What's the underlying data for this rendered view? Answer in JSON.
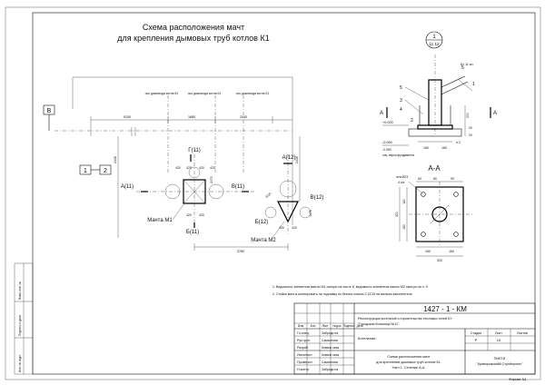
{
  "title": {
    "line1": "Схема расположения мачт",
    "line2": "для крепления дымовых труб котлов К1"
  },
  "plan": {
    "axis_labels": [
      "ось дымохода котла К1",
      "ось дымохода котла К1",
      "ось дымохода котла К1"
    ],
    "dims_top": [
      "9150",
      "1680",
      "2040"
    ],
    "dim_bottom": "3780",
    "dims_side": [
      "2430",
      "2430",
      "2070"
    ],
    "dims_mast1": [
      "420",
      "420",
      "420",
      "420",
      "420",
      "420"
    ],
    "dims_mast2": [
      "2020",
      "1175",
      "420",
      "420"
    ],
    "box_B": "В",
    "box_1": "1",
    "box_2": "2",
    "sections": {
      "G": "Г(11)",
      "A11": "А(11)",
      "V11": "В(11)",
      "B11": "Б(11)",
      "A12": "А(12)",
      "B12": "Б(12)",
      "V12": "В(12)"
    },
    "mast1": "Мачта М1",
    "mast2": "Мачта М2"
  },
  "detail": {
    "node_num": "1",
    "node_sheet": "11.12",
    "bolt_label": "Бл 11 шт.",
    "callouts": [
      "5",
      "1",
      "3",
      "4",
      "2"
    ],
    "elev_top": "+0.000",
    "elev_low": "-0.050",
    "elev_mark": "отм. верха фундамента",
    "elev_mark2": "-0.050",
    "dims": [
      "160",
      "160",
      "200",
      "20",
      "20"
    ],
    "note_p2": "п.2",
    "section_label": "А-А",
    "plate_label": "отв.Ø23",
    "plate_label2": "4 шт.",
    "plate_dims_top": [
      "60",
      "80",
      "90"
    ],
    "plate_dims_left": [
      "160",
      "160",
      "320"
    ],
    "plate_dims_bottom": [
      "160",
      "160"
    ],
    "plate_dim_total": "320"
  },
  "notes": [
    "1. Ведомость элементов мачты М1 смотри на листе 8, ведомость элементов мачты М2 смотри на л. 9.",
    "2. Стойки мачты монтировать на подливку из бетона класса С12/15 на мелком заполнителе."
  ],
  "stamp": {
    "code": "1427 - 1 - КМ",
    "project1": "Реконструкция котельной и строительство тепловых сетей КУ",
    "project2": "\"Городская больница №11\".",
    "building": "Котельная",
    "sheet_title1": "Схема расположения мачт",
    "sheet_title2": "для крепления дымовых труб котлов К1.",
    "sheet_title3": "Узел 1. Сечение А-А.",
    "hdr": [
      "Изм",
      "Кол.",
      "Лист",
      "№док",
      "Подпись",
      "Дата"
    ],
    "roles": [
      "Гл.спец.",
      "Рук.груп.",
      "Разраб.",
      "Исполнил",
      "Проверил",
      "Н.контр."
    ],
    "names": [
      "Заброди на",
      "Самсонова",
      "Коваль ская",
      "Коваль ская",
      "Самсонова",
      "Заброди на"
    ],
    "stage_hdr": [
      "Стадия",
      "Лист",
      "Листов"
    ],
    "stage": "Р",
    "sheet_no": "10",
    "org1": "ПИКТИ",
    "org2": "\"Криворожскийй Стройпроект\"",
    "format": "Формат  А3"
  },
  "side_stamp": [
    "Инв. № подл.",
    "Подпись и дата",
    "Взам. инв. №"
  ]
}
